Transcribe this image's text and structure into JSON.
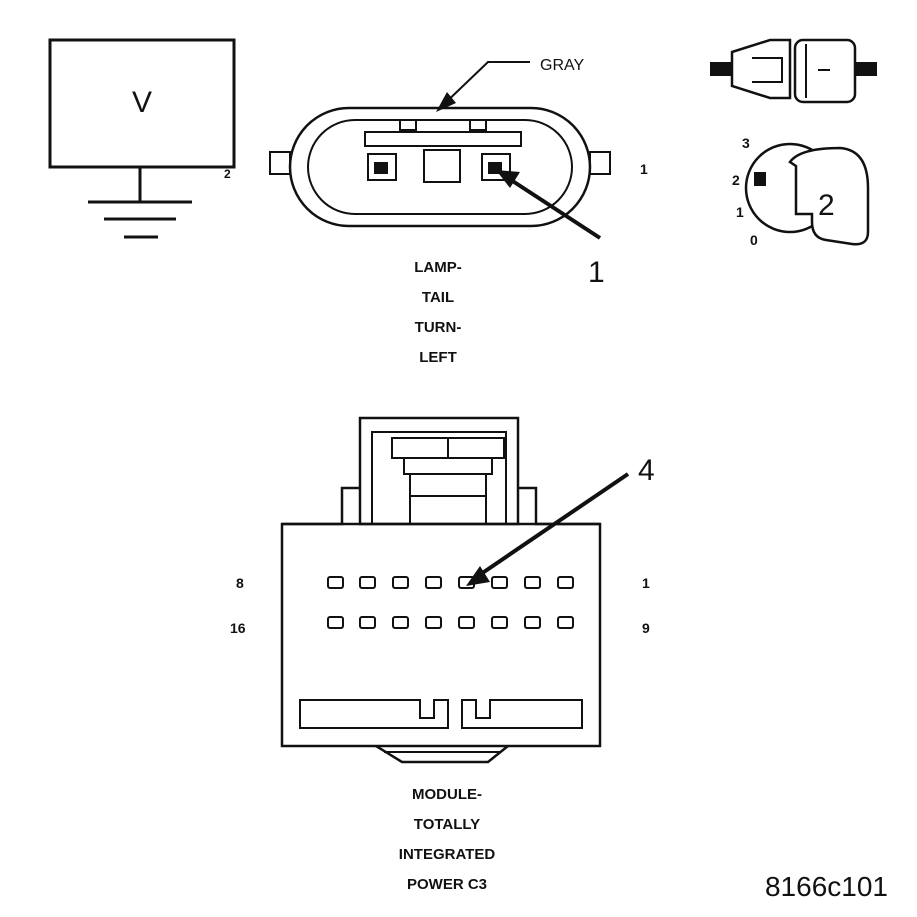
{
  "meter": {
    "symbol": "V",
    "terminal": "2"
  },
  "lamp_connector": {
    "wire_color": "GRAY",
    "pin_number": "1",
    "callout": "1",
    "title_lines": [
      "LAMP-",
      "TAIL",
      "TURN-",
      "LEFT"
    ]
  },
  "key_switch": {
    "positions": [
      "3",
      "2",
      "1",
      "0"
    ],
    "selected": "2"
  },
  "module_connector": {
    "callout": "4",
    "row1_left": "8",
    "row1_right": "1",
    "row2_left": "16",
    "row2_right": "9",
    "title_lines": [
      "MODULE-",
      "TOTALLY",
      "INTEGRATED",
      "POWER C3"
    ]
  },
  "figure_id": "8166c101"
}
